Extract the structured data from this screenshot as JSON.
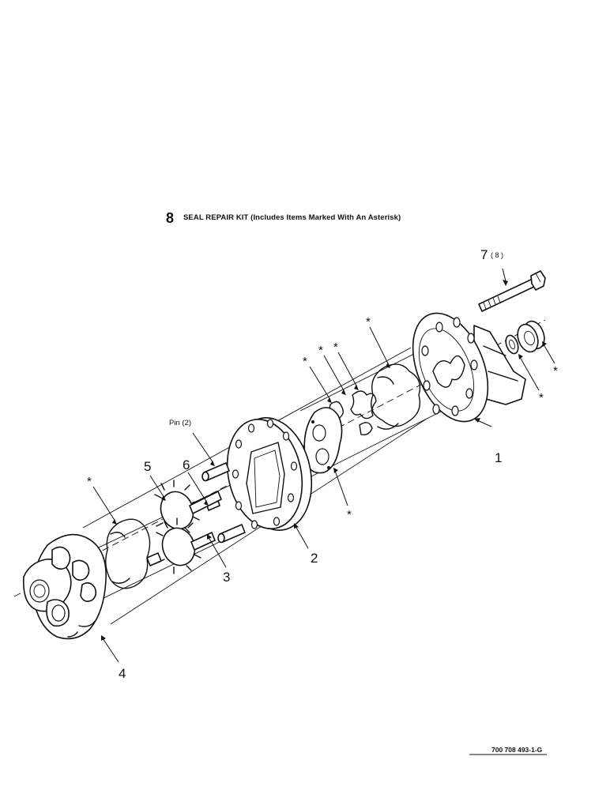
{
  "title": {
    "number": "8",
    "text": "SEAL REPAIR KIT (Includes Items Marked With An Asterisk)"
  },
  "callouts": {
    "c1": "1",
    "c2": "2",
    "c3": "3",
    "c4": "4",
    "c5": "5",
    "c6": "6",
    "c7": "7",
    "c7_qty": "( 8 )",
    "pin": "Pin (2)"
  },
  "asterisk": "*",
  "document_id": "700 708 493-1-G"
}
